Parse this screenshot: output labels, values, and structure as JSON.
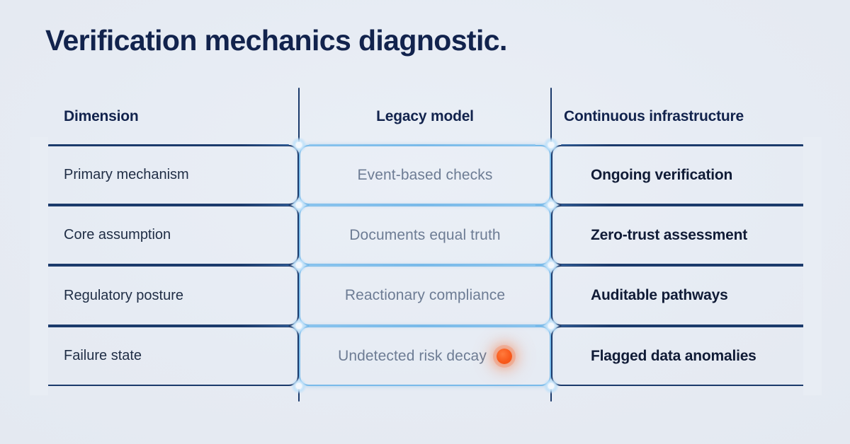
{
  "page": {
    "title": "Verification mechanics diagnostic.",
    "background_color": "#e8edf4",
    "title_color": "#12234d",
    "accent_navy": "#1b3a6b",
    "accent_blue": "#79bae9",
    "accent_orange": "#f95a1c",
    "muted_text_color": "#6d7c94"
  },
  "table": {
    "headers": [
      {
        "label": "Dimension",
        "column": "dimension"
      },
      {
        "label": "Legacy model",
        "column": "legacy-model"
      },
      {
        "label": "Continuous infrastructure",
        "column": "continuous-infrastructure"
      }
    ],
    "rows": [
      {
        "dimension": "Primary mechanism",
        "legacy": "Event-based checks",
        "continuous": "Ongoing verification",
        "status_dot": false
      },
      {
        "dimension": "Core assumption",
        "legacy": "Documents equal truth",
        "continuous": "Zero-trust assessment",
        "status_dot": false
      },
      {
        "dimension": "Regulatory posture",
        "legacy": "Reactionary compliance",
        "continuous": "Auditable pathways",
        "status_dot": false
      },
      {
        "dimension": "Failure state",
        "legacy": "Undetected risk decay",
        "continuous": "Flagged data anomalies",
        "status_dot": true
      }
    ]
  },
  "icons": {
    "status_dot": "orange-alert-dot",
    "intersection": "sparkle-star"
  }
}
